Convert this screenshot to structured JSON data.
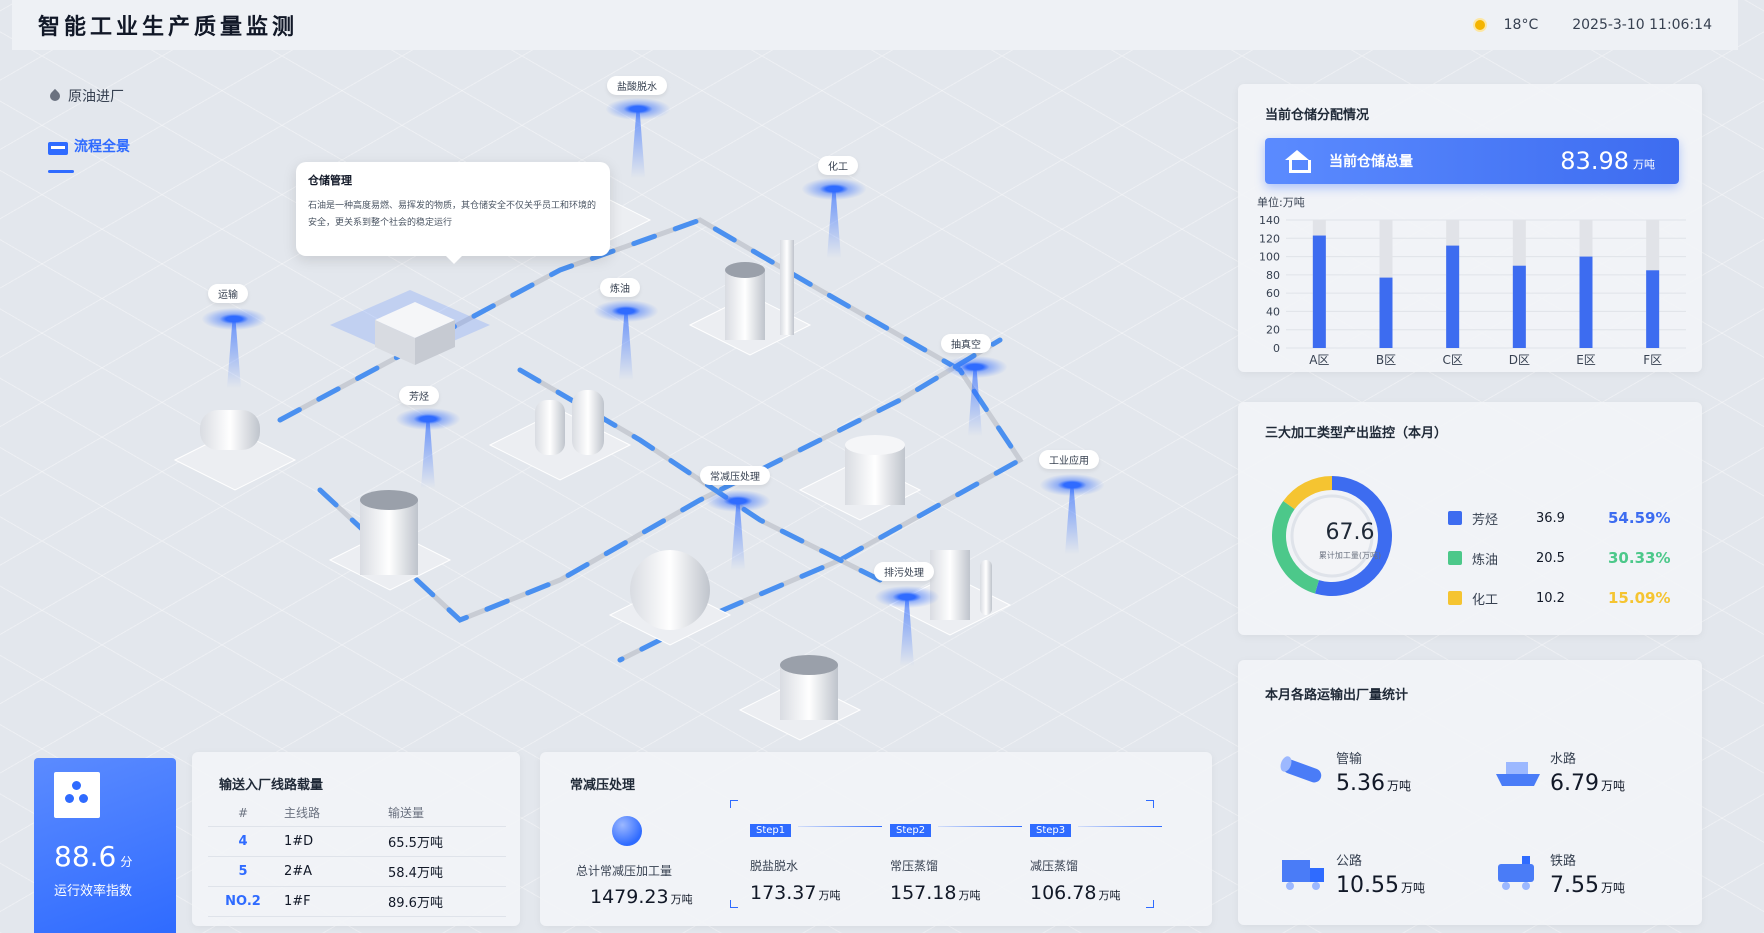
{
  "header": {
    "title": "智能工业生产质量监测",
    "temperature": "18°C",
    "datetime": "2025-3-10 11:06:14"
  },
  "nav": {
    "items": [
      {
        "label": "原油进厂",
        "icon": "oil-drop-icon",
        "active": false
      },
      {
        "label": "流程全景",
        "icon": "factory-icon",
        "active": true
      }
    ]
  },
  "scene": {
    "labels": {
      "transport": "运输",
      "aromatics": "芳烃",
      "desalting": "盐酸脱水",
      "refining": "炼油",
      "chemical": "化工",
      "vacuum": "抽真空",
      "atm_vac": "常减压处理",
      "industrial": "工业应用",
      "sewage": "排污处理"
    },
    "tooltip": {
      "title": "仓储管理",
      "text": "石油是一种高度易燃、易挥发的物质，其仓储安全不仅关乎员工和环境的安全，更关系到整个社会的稳定运行"
    }
  },
  "storage": {
    "title": "当前仓储分配情况",
    "total_label": "当前仓储总量",
    "total_value": "83.98",
    "total_unit": "万吨",
    "unit_label": "单位:万吨"
  },
  "chart_data": {
    "type": "bar",
    "categories": [
      "A区",
      "B区",
      "C区",
      "D区",
      "E区",
      "F区"
    ],
    "values": [
      123,
      77,
      112,
      90,
      100,
      85
    ],
    "capacity": [
      140,
      140,
      140,
      140,
      140,
      140
    ],
    "ylim": [
      0,
      140
    ],
    "yticks": [
      0,
      20,
      40,
      60,
      80,
      100,
      120,
      140
    ],
    "xlabel": "",
    "ylabel": "",
    "bar_color": "#3d6cf0",
    "track_color": "#e1e3e8"
  },
  "output": {
    "title": "三大加工类型产出监控（本月）",
    "center_value": "67.6",
    "center_label": "累计加工量(万吨)",
    "items": [
      {
        "name": "芳烃",
        "value": "36.9",
        "pct": "54.59%",
        "pct_value": 54.59,
        "color": "#3d6cf0"
      },
      {
        "name": "炼油",
        "value": "20.5",
        "pct": "30.33%",
        "pct_value": 30.33,
        "color": "#4cc88a"
      },
      {
        "name": "化工",
        "value": "10.2",
        "pct": "15.09%",
        "pct_value": 15.09,
        "color": "#f5c431"
      }
    ]
  },
  "transport": {
    "title": "本月各路运输出厂量统计",
    "items": [
      {
        "label": "管输",
        "value": "5.36",
        "unit": "万吨",
        "icon": "pipeline-icon"
      },
      {
        "label": "水路",
        "value": "6.79",
        "unit": "万吨",
        "icon": "ship-icon"
      },
      {
        "label": "公路",
        "value": "10.55",
        "unit": "万吨",
        "icon": "truck-icon"
      },
      {
        "label": "铁路",
        "value": "7.55",
        "unit": "万吨",
        "icon": "train-icon"
      }
    ]
  },
  "efficiency": {
    "value": "88.6",
    "unit": "分",
    "label": "运行效率指数"
  },
  "lines": {
    "title": "输送入厂线路载量",
    "headers": [
      "#",
      "主线路",
      "输送量"
    ],
    "rows": [
      [
        "4",
        "1#D",
        "65.5万吨"
      ],
      [
        "5",
        "2#A",
        "58.4万吨"
      ],
      [
        "NO.2",
        "1#F",
        "89.6万吨"
      ]
    ]
  },
  "process": {
    "title": "常减压处理",
    "total_label": "总计常减压加工量",
    "total_value": "1479.23",
    "total_unit": "万吨",
    "steps": [
      {
        "badge": "Step1",
        "name": "脱盐脱水",
        "value": "173.37",
        "unit": "万吨"
      },
      {
        "badge": "Step2",
        "name": "常压蒸馏",
        "value": "157.18",
        "unit": "万吨"
      },
      {
        "badge": "Step3",
        "name": "减压蒸馏",
        "value": "106.78",
        "unit": "万吨"
      }
    ]
  }
}
